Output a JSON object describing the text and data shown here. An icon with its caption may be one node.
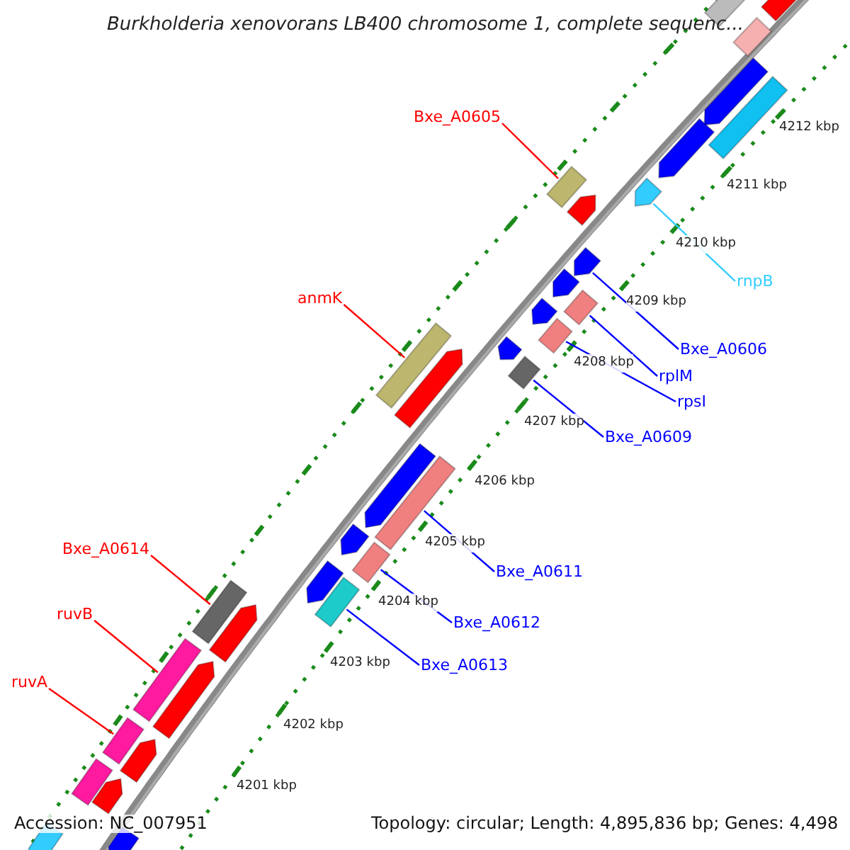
{
  "diagram": {
    "title": "Burkholderia xenovorans LB400 chromosome 1, complete sequenc...",
    "nodes": [
      {
        "text": [
          "Bxe_A0605"
        ]
      },
      {
        "text": [
          "rnpB"
        ]
      },
      {
        "text": [
          "anmK"
        ]
      },
      {
        "text": [
          "Bxe_A0606"
        ]
      },
      {
        "text": [
          "rplM"
        ]
      },
      {
        "text": [
          "rpsI"
        ]
      },
      {
        "text": [
          "Bxe_A0609"
        ]
      },
      {
        "text": [
          "Bxe_A0614"
        ]
      },
      {
        "text": [
          "Bxe_A0611"
        ]
      },
      {
        "text": [
          "ruvB"
        ]
      },
      {
        "text": [
          "Bxe_A0612"
        ]
      },
      {
        "text": [
          "Bxe_A0613"
        ]
      },
      {
        "text": [
          "ruvA"
        ]
      },
      {
        "text": [],
        "shape": "box"
      },
      {
        "text": [],
        "shape": "arrow"
      },
      {
        "text": [],
        "shape": "arrow"
      },
      {
        "text": [],
        "shape": "box"
      },
      {
        "text": [],
        "shape": "box"
      },
      {
        "text": [],
        "shape": "box"
      },
      {
        "text": [],
        "shape": "box"
      },
      {
        "text": [],
        "shape": "box"
      },
      {
        "text": [],
        "shape": "box"
      },
      {
        "text": [],
        "shape": "box"
      },
      {
        "text": [],
        "shape": "box"
      },
      {
        "text": [],
        "shape": "box"
      },
      {
        "text": [],
        "shape": "box"
      },
      {
        "text": [],
        "shape": "box"
      },
      {
        "text": [],
        "shape": "arrow"
      },
      {
        "text": [],
        "shape": "box"
      },
      {
        "text": [],
        "shape": "arrow"
      },
      {
        "text": [],
        "shape": "arrow"
      },
      {
        "text": [],
        "shape": "box"
      },
      {
        "text": [],
        "shape": "arrow"
      },
      {
        "text": [],
        "shape": "arrow"
      },
      {
        "text": [],
        "shape": "arrow"
      },
      {
        "text": [],
        "shape": "arrow"
      },
      {
        "text": [],
        "shape": "arrow"
      },
      {
        "text": [],
        "shape": "arrow"
      },
      {
        "text": [],
        "shape": "arrow"
      },
      {
        "text": [],
        "shape": "arrow"
      },
      {
        "text": [],
        "shape": "arrow"
      },
      {
        "text": [],
        "shape": "arrow"
      },
      {
        "text": [],
        "shape": "arrow"
      },
      {
        "text": [],
        "shape": "box"
      },
      {
        "text": [],
        "shape": "arrow"
      },
      {
        "text": [],
        "shape": "arrow"
      },
      {
        "text": [],
        "shape": "arrow"
      }
    ],
    "edges": [
      {
        "from": 0,
        "to": 13,
        "arrow": "none",
        "color": "#ff0000"
      },
      {
        "from": 1,
        "to": 14,
        "arrow": "none",
        "color": "#33ccff"
      },
      {
        "from": 2,
        "to": 18,
        "arrow": "none",
        "color": "#ff0000"
      },
      {
        "from": 3,
        "to": 15,
        "arrow": "none"
      },
      {
        "from": 4,
        "to": 16,
        "arrow": "none"
      },
      {
        "from": 5,
        "to": 17,
        "arrow": "none"
      },
      {
        "from": 6,
        "to": 19,
        "arrow": "none"
      },
      {
        "from": 7,
        "to": 23,
        "arrow": "none",
        "color": "#ff0000"
      },
      {
        "from": 8,
        "to": 20,
        "arrow": "none"
      },
      {
        "from": 9,
        "to": 24,
        "arrow": "none",
        "color": "#ff0000"
      },
      {
        "from": 10,
        "to": 21,
        "arrow": "none"
      },
      {
        "from": 11,
        "to": 22,
        "arrow": "none"
      },
      {
        "from": 12,
        "to": 25,
        "arrow": "none",
        "color": "#ff0000"
      }
    ],
    "labels": [
      "4212 kbp",
      "4211 kbp",
      "4210 kbp",
      "4209 kbp",
      "4208 kbp",
      "4207 kbp",
      "4206 kbp",
      "4205 kbp",
      "4204 kbp",
      "4203 kbp",
      "4202 kbp",
      "4201 kbp",
      "Accession: NC_007951",
      "Topology: circular; Length: 4,895,836 bp; Genes: 4,498"
    ]
  }
}
